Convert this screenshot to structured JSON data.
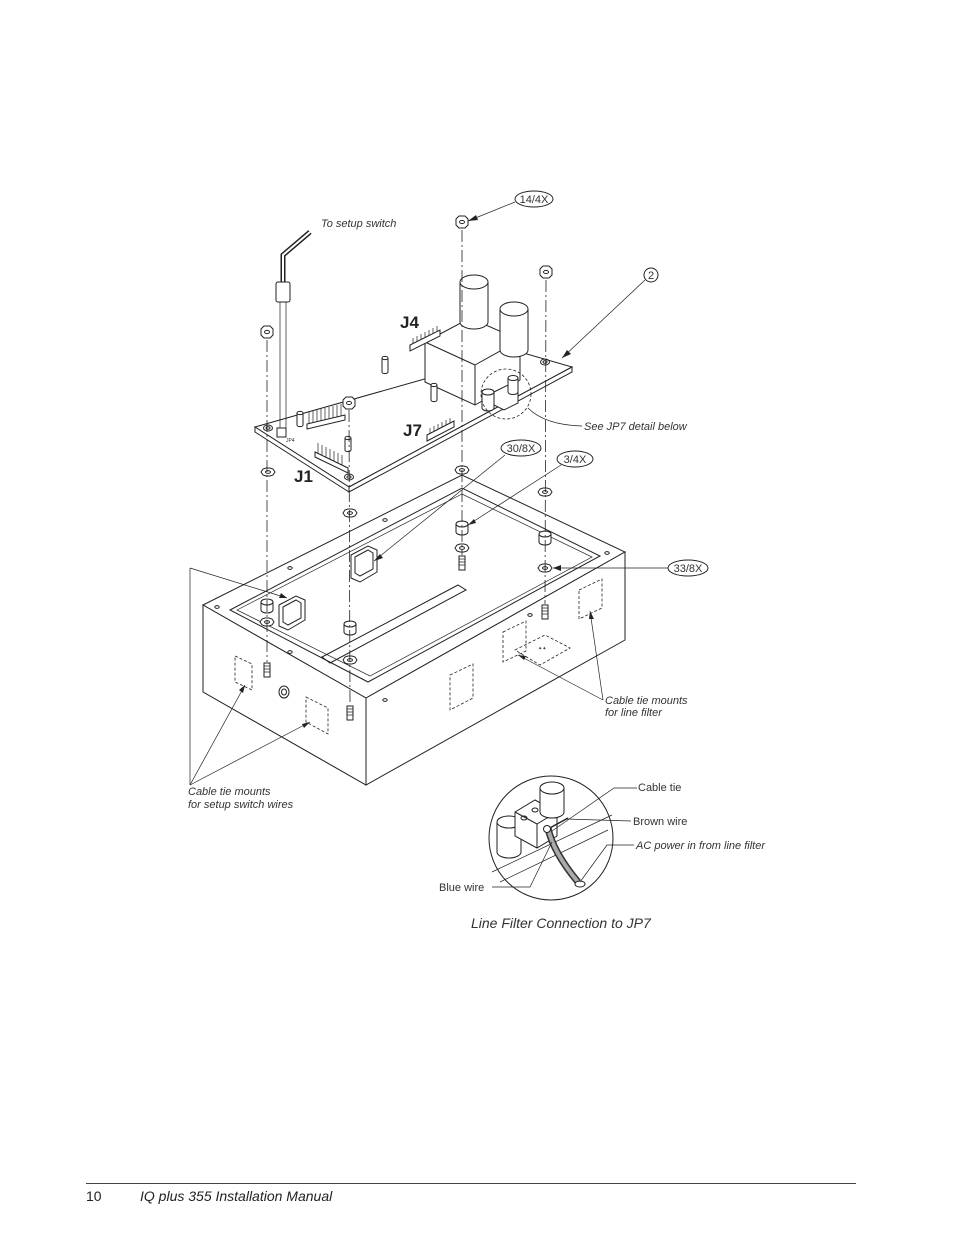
{
  "diagram": {
    "callouts": {
      "c14": "14/4X",
      "c2": "2",
      "c30": "30/8X",
      "c3": "3/4X",
      "c33": "33/8X"
    },
    "connectors": {
      "j4": "J4",
      "j7": "J7",
      "j1": "J1",
      "jp4": "JP4"
    },
    "labels": {
      "setup_switch": "To setup switch",
      "jp7_detail": "See JP7 detail below",
      "cable_tie_line_filter_1": "Cable tie mounts",
      "cable_tie_line_filter_2": "for line filter",
      "cable_tie_setup_1": "Cable tie mounts",
      "cable_tie_setup_2": "for setup switch wires",
      "cable_tie": "Cable tie",
      "brown_wire": "Brown wire",
      "ac_power": "AC power in from line filter",
      "blue_wire": "Blue wire"
    },
    "detail_caption": "Line Filter Connection to JP7"
  },
  "footer": {
    "page_number": "10",
    "title": "IQ plus 355 Installation Manual"
  }
}
